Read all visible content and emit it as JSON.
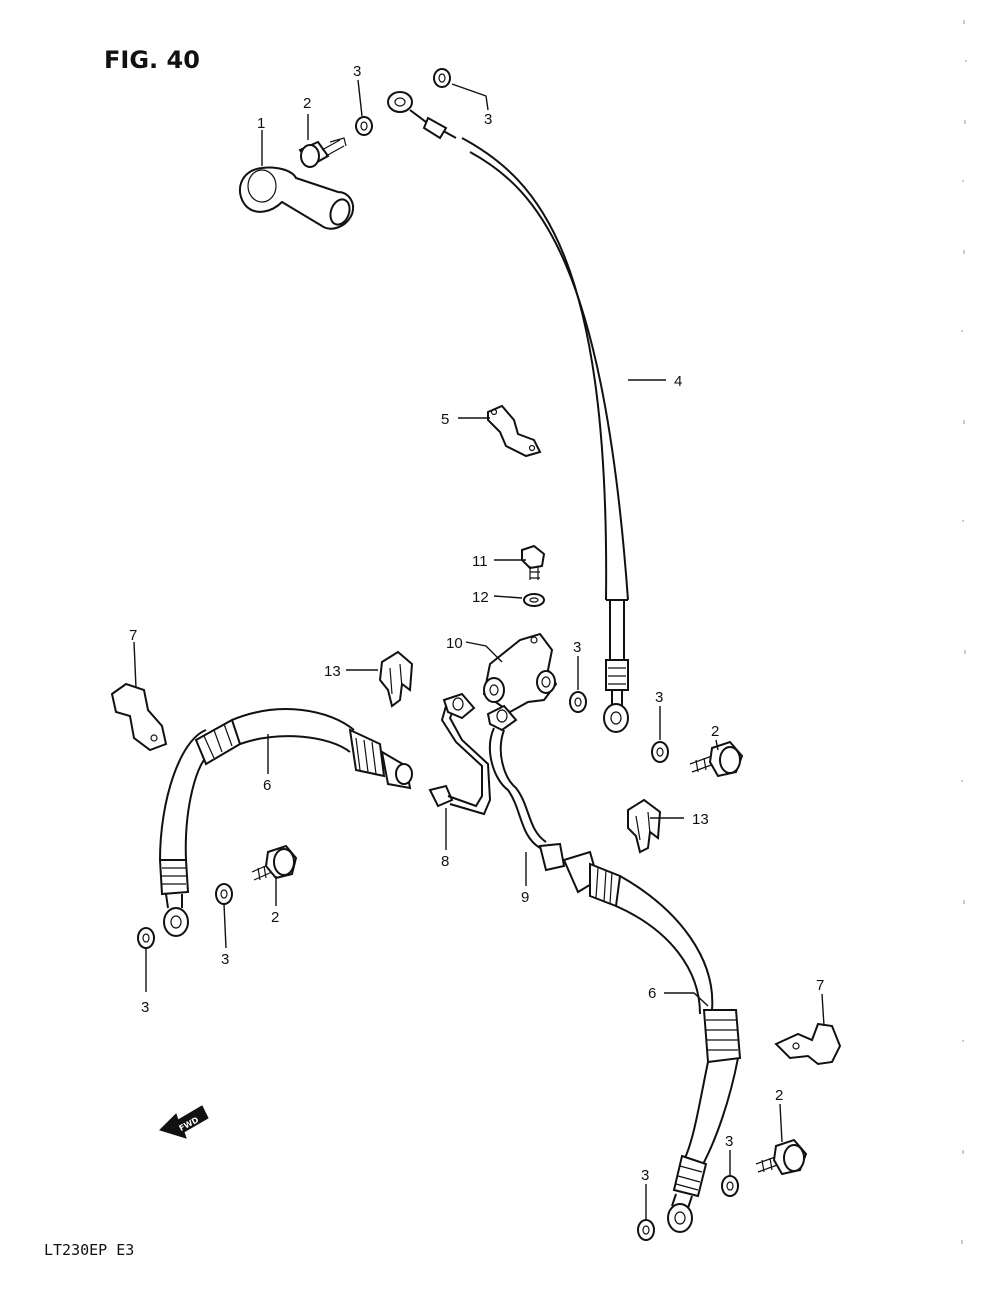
{
  "figure": {
    "title": "FIG. 40",
    "model_code": "LT230EP  E3",
    "fwd_label": "FWD"
  },
  "callouts": {
    "c1": "1",
    "c2a": "2",
    "c3a": "3",
    "c3b": "3",
    "c4": "4",
    "c5": "5",
    "c11": "11",
    "c12": "12",
    "c10": "10",
    "c13a": "13",
    "c7a": "7",
    "c3c": "3",
    "c3d": "3",
    "c2b": "2",
    "c6a": "6",
    "c13b": "13",
    "c8": "8",
    "c9": "9",
    "c2c": "2",
    "c3e": "3",
    "c3f": "3",
    "c6b": "6",
    "c7b": "7",
    "c2d": "2",
    "c3g": "3",
    "c3h": "3"
  }
}
